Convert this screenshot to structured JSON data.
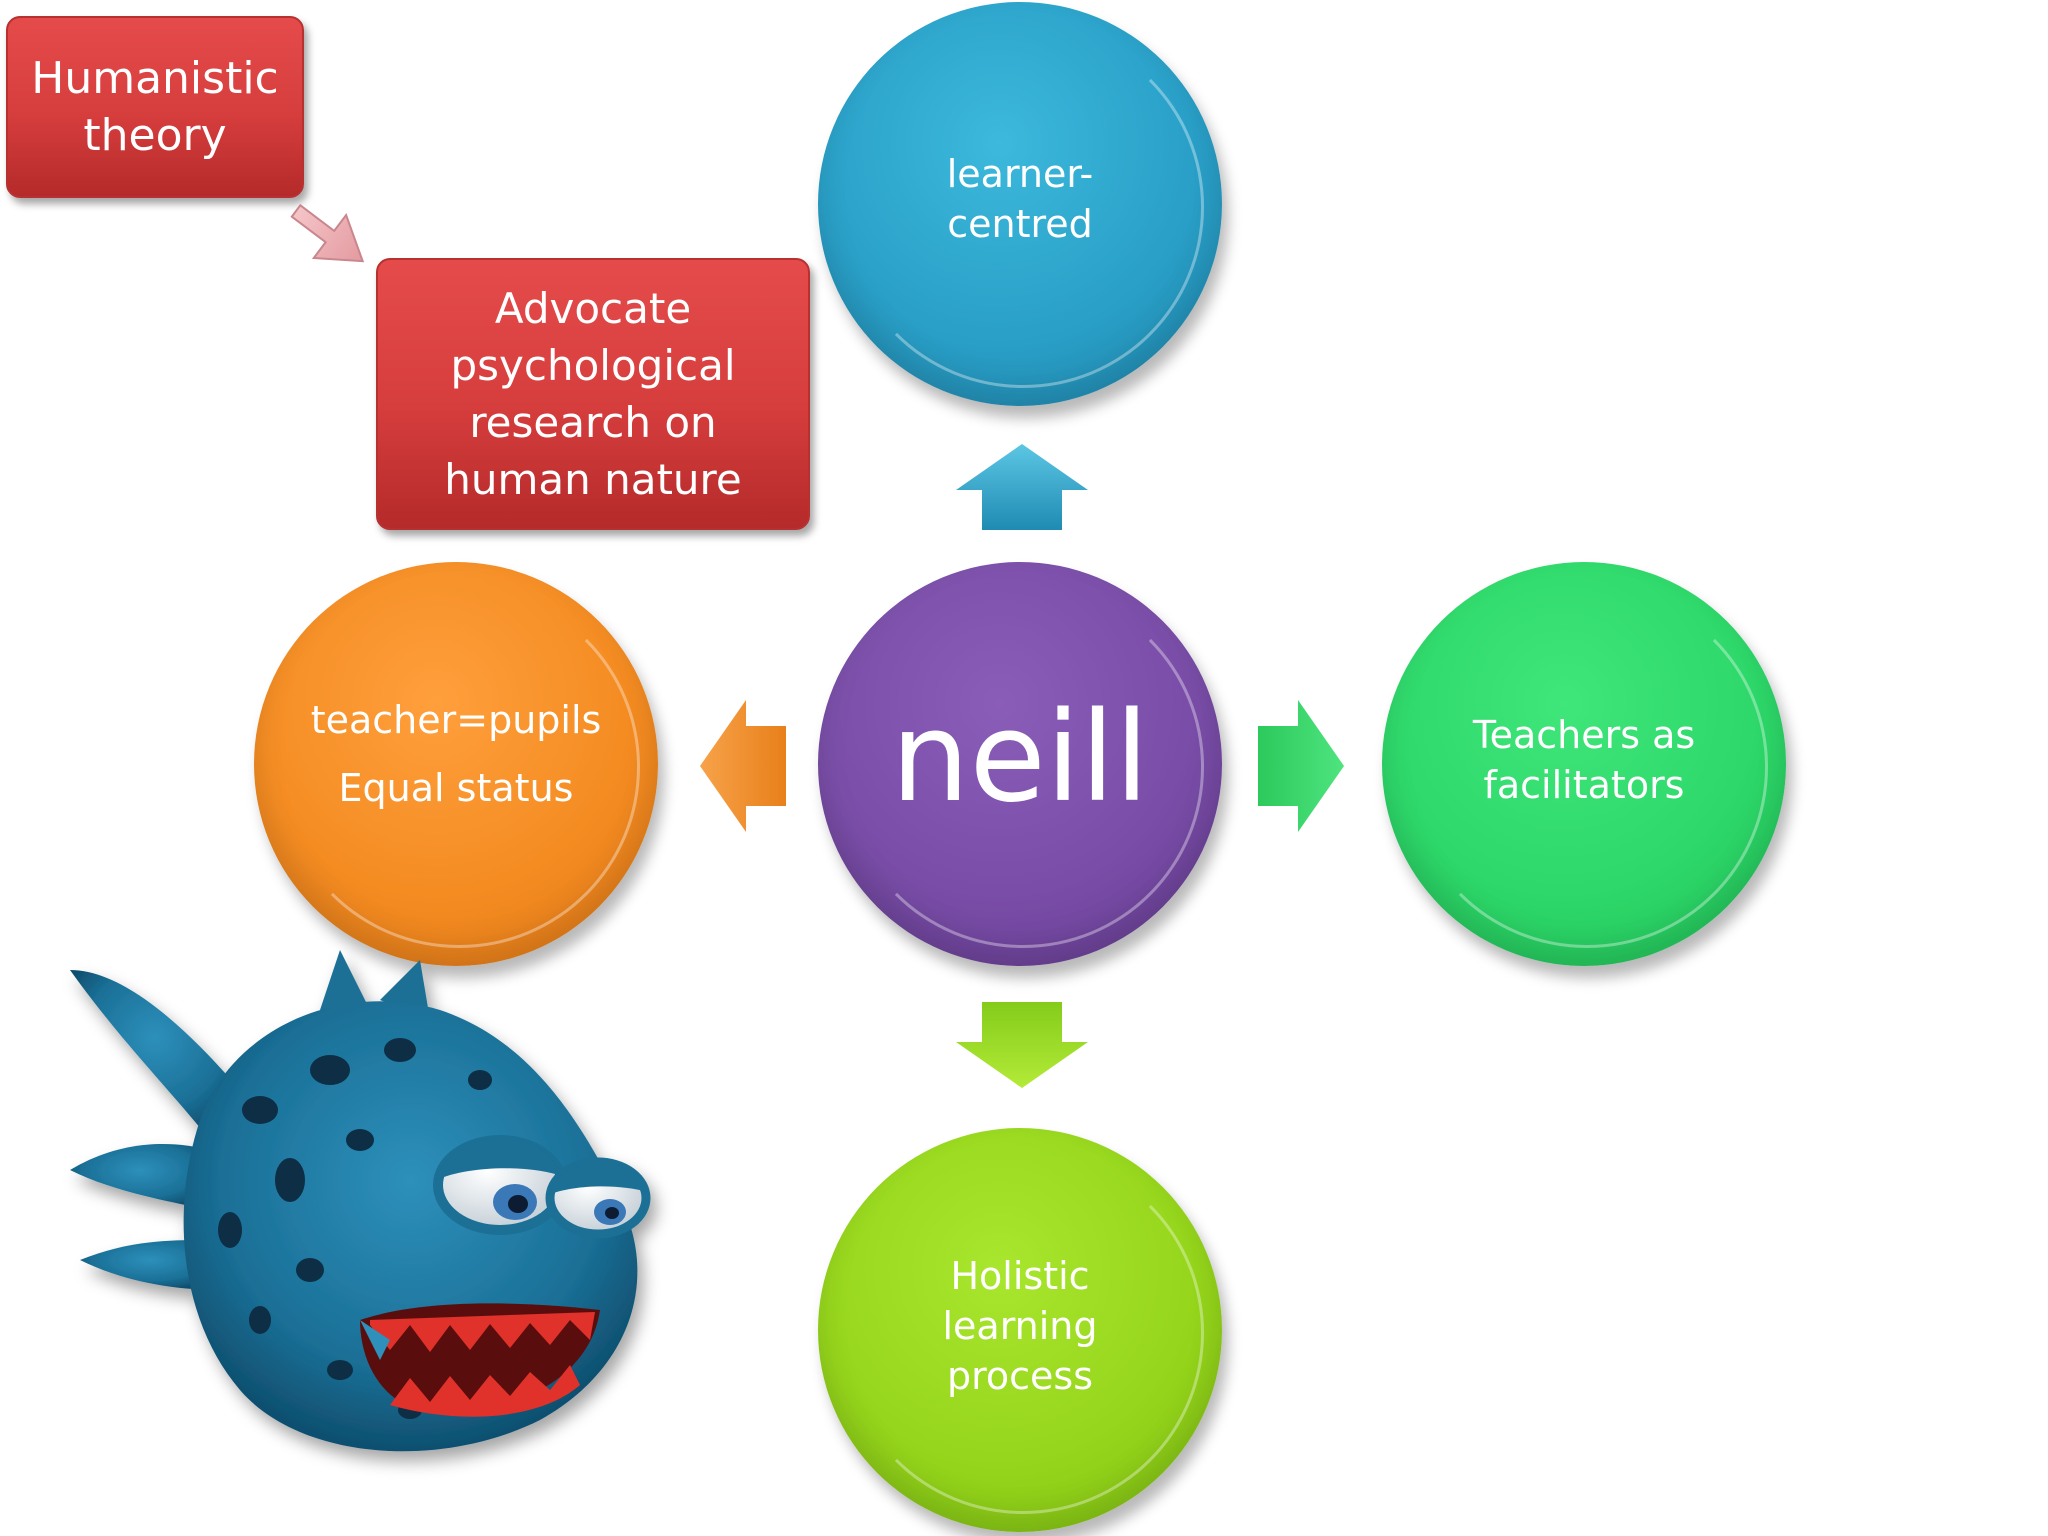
{
  "nodes": {
    "humanistic": "Humanistic\ntheory",
    "advocate": "Advocate\npsychological\nresearch on\nhuman nature",
    "learner": "learner-\ncentred",
    "center": "neill",
    "teacher_line1": "teacher=pupils",
    "teacher_line2": "Equal status",
    "facilitators": "Teachers as\nfacilitators",
    "holistic": "Holistic\nlearning\nprocess"
  },
  "colors": {
    "red": "#d63d3d",
    "blue": "#2aa6cc",
    "purple": "#7b4fa6",
    "orange": "#f28a20",
    "green": "#2ed86a",
    "lime": "#96d61c",
    "pink_arrow": "#f0b4b8"
  },
  "icons": {
    "mascot": "blue-spotted-fish-icon"
  }
}
